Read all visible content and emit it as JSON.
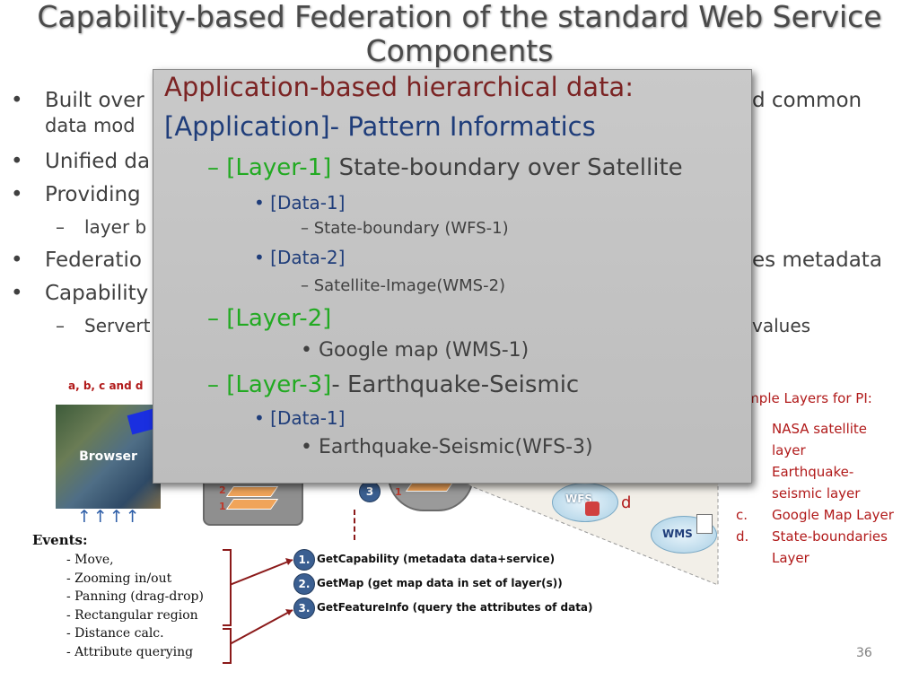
{
  "slide": {
    "title": "Capability-based Federation of the standard Web Service Components",
    "bullets": [
      {
        "text": "Built over",
        "continuation": "data mod"
      },
      {
        "text": "Unified da"
      },
      {
        "text": "Providing"
      },
      {
        "text": "layer b"
      },
      {
        "text": "Federatio"
      },
      {
        "text": "Capability"
      },
      {
        "text": "Servert"
      }
    ],
    "right_fragments": {
      "b1": "d common",
      "b5": "es metadata",
      "b6": "values"
    },
    "page_number": "36"
  },
  "diagram": {
    "abcd_label": "a, b, c and d",
    "browser_label": "Browser",
    "arrows": "↑↑↑↑",
    "stack_labels": [
      "2",
      "1"
    ],
    "node3": "3",
    "node1": "1",
    "wfs_label": "WFS",
    "wms_label": "WMS",
    "d_label": "d",
    "events": {
      "title": "Events:",
      "items": [
        "- Move,",
        "- Zooming in/out",
        "- Panning (drag-drop)",
        "- Rectangular region",
        "- Distance calc.",
        "- Attribute querying"
      ]
    },
    "operations": [
      {
        "num": "1.",
        "label": "GetCapability (metadata data+service)"
      },
      {
        "num": "2.",
        "label": "GetMap (get map data in set of layer(s))"
      },
      {
        "num": "3.",
        "label": "GetFeatureInfo (query the attributes of data)"
      }
    ],
    "sample_layers": {
      "title": "ample Layers for PI:",
      "items": [
        {
          "marker": "",
          "lines": [
            "NASA satellite",
            "layer"
          ]
        },
        {
          "marker": "",
          "lines": [
            "Earthquake-",
            "seismic layer"
          ]
        },
        {
          "marker": "c.",
          "lines": [
            "Google Map Layer"
          ]
        },
        {
          "marker": "d.",
          "lines": [
            "State-boundaries",
            "Layer"
          ]
        }
      ]
    }
  },
  "popup": {
    "line1": "Application-based hierarchical data:",
    "line2": "[Application]- Pattern Informatics",
    "l3_dash": "–",
    "l3_tag": "[Layer-1]",
    "l3_text": " State-boundary over Satellite",
    "l4": "• [Data-1]",
    "l5": "– State-boundary (WFS-1)",
    "l6": "• [Data-2]",
    "l7": "– Satellite-Image(WMS-2)",
    "l8_dash": "–",
    "l8_tag": "[Layer-2]",
    "l9": "• Google map (WMS-1)",
    "l10_dash": "–",
    "l10_tag": "[Layer-3]",
    "l10_text": "- Earthquake-Seismic",
    "l11": "• [Data-1]",
    "l12": "• Earthquake-Seismic(WFS-3)"
  },
  "colors": {
    "popup_title": "#7b2323",
    "layer_tag": "#22aa22",
    "navy": "#1f3d7a",
    "red_text": "#b11a1a"
  }
}
